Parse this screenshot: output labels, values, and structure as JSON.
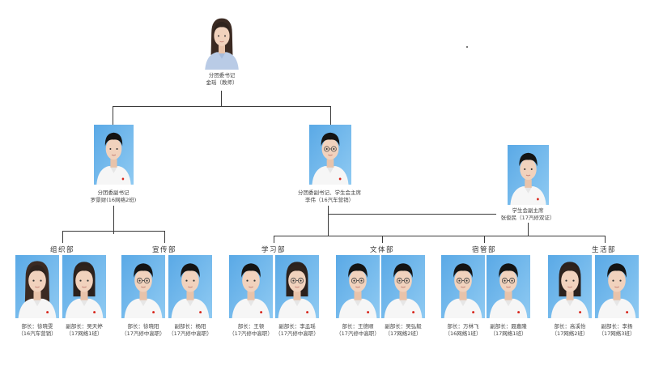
{
  "secretary": {
    "title": "分团委书记",
    "name": "金瑶（教师）",
    "photo": "teacher-female"
  },
  "deputies": [
    {
      "title": "分团委副书记",
      "name": "罗景财(16网络2班)",
      "photo": "male-blue"
    },
    {
      "title": "分团委副书记、学生会主席",
      "name": "李伟（16汽车营销）",
      "photo": "male-glasses"
    },
    {
      "title": "学生会副主席",
      "name": "张俊民（17汽修双证）",
      "photo": "male-blue"
    }
  ],
  "departments": [
    {
      "name": "组织部",
      "members": [
        {
          "role": "部长：徐晓雯",
          "class": "（16汽车营销）",
          "photo": "female-long"
        },
        {
          "role": "副部长：吴天婷",
          "class": "（17网络1班）",
          "photo": "female-short"
        }
      ]
    },
    {
      "name": "宣传部",
      "members": [
        {
          "role": "部长：徐晓阳",
          "class": "（17汽修中高职）",
          "photo": "male-glasses"
        },
        {
          "role": "副部长：杨阳",
          "class": "（17汽修中高职）",
          "photo": "male-blue"
        }
      ]
    },
    {
      "name": "学习部",
      "members": [
        {
          "role": "部长：王顿",
          "class": "（17汽修中高职）",
          "photo": "male-blue"
        },
        {
          "role": "副部长：李孟瑶",
          "class": "（17汽修中高职）",
          "photo": "female-glasses"
        }
      ]
    },
    {
      "name": "文体部",
      "members": [
        {
          "role": "部长：王德顺",
          "class": "（17汽修中高职）",
          "photo": "male-glasses"
        },
        {
          "role": "副部长：吴弘毅",
          "class": "（17网络2班）",
          "photo": "male-glasses"
        }
      ]
    },
    {
      "name": "宿管部",
      "members": [
        {
          "role": "部长：万林飞",
          "class": "（16网络1班）",
          "photo": "male-glasses"
        },
        {
          "role": "副部长：聂嘉隆",
          "class": "（17网络1班）",
          "photo": "male-glasses"
        }
      ]
    },
    {
      "name": "生活部",
      "members": [
        {
          "role": "部长：高溪怡",
          "class": "（17网络2班）",
          "photo": "female-short"
        },
        {
          "role": "副部长：李扬",
          "class": "（17网络3班）",
          "photo": "male-blue"
        }
      ]
    }
  ],
  "colors": {
    "connector": "#3a3a3a",
    "photo_bg_top": "#5aa9e6",
    "photo_bg_bottom": "#8fcaf2",
    "teacher_bg": "#ffffff",
    "shirt": "#f6f6f6",
    "badge": "#d8261c"
  }
}
